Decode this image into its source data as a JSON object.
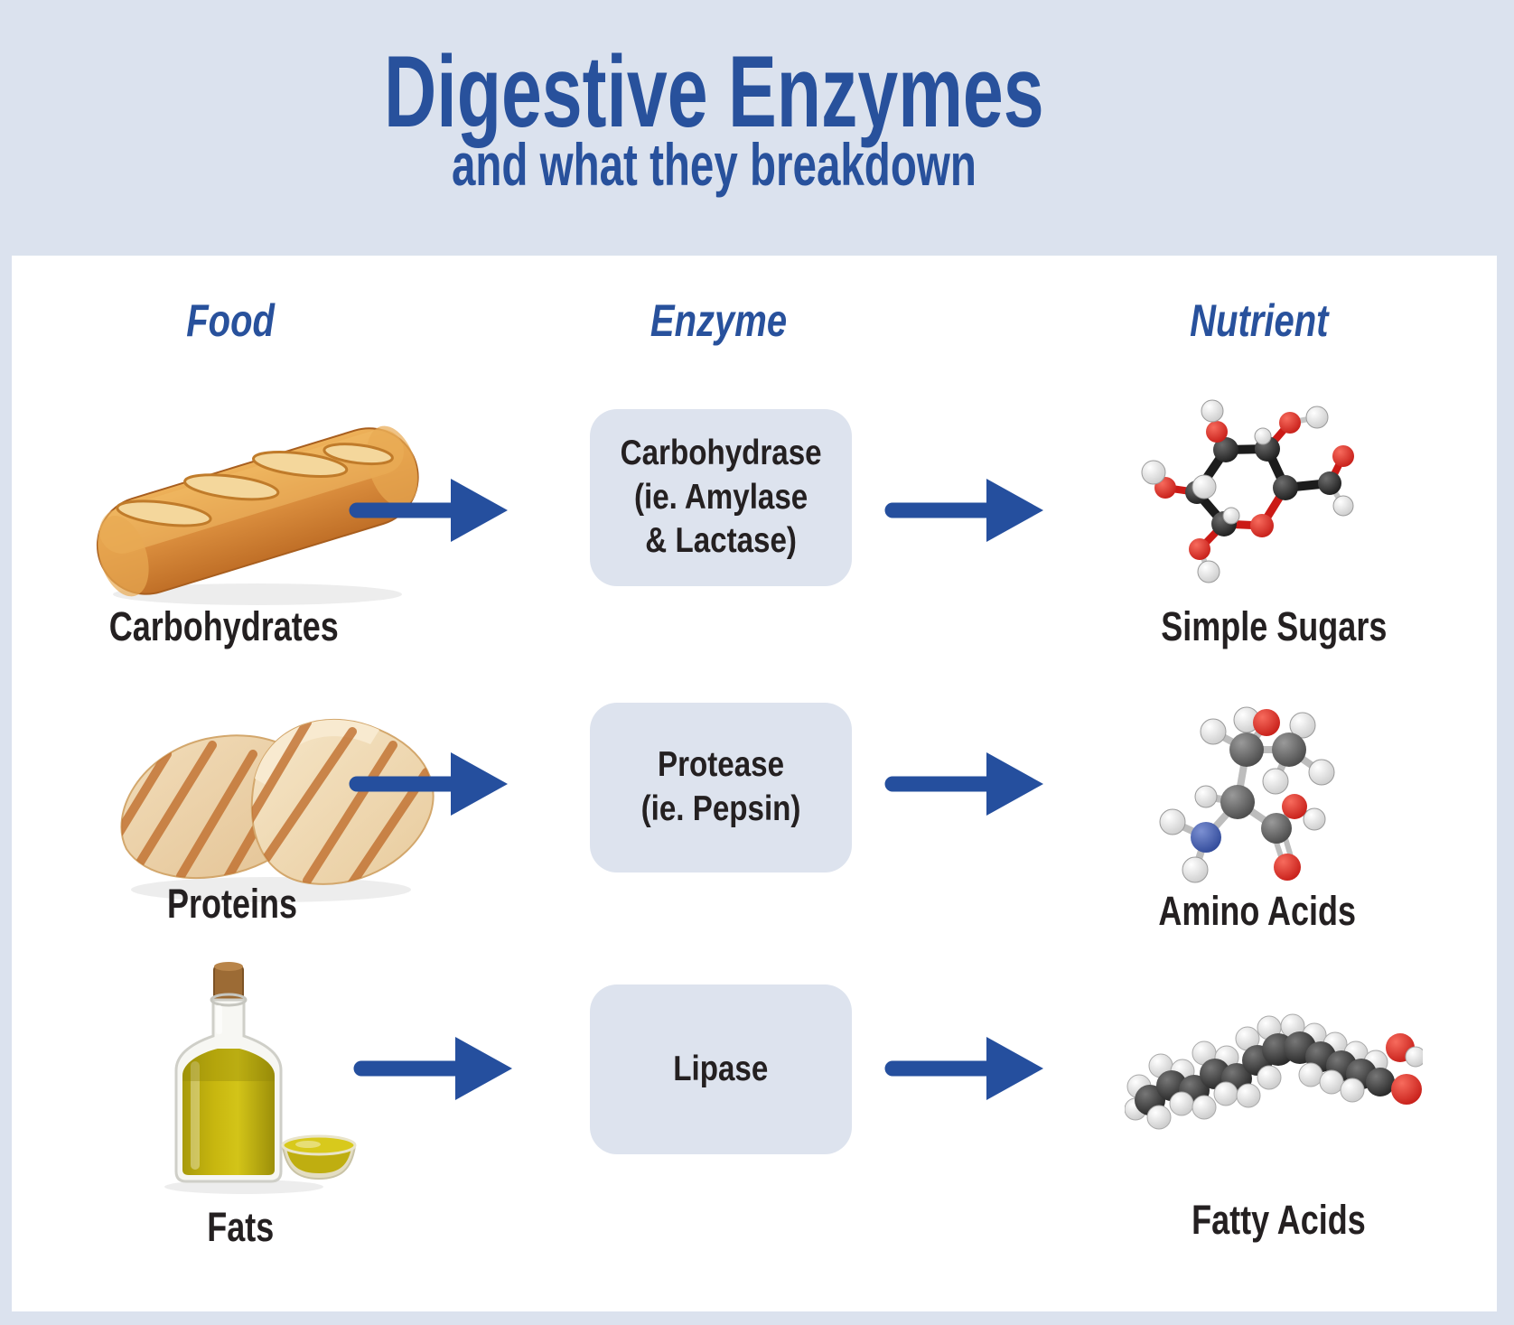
{
  "header": {
    "title": "Digestive Enzymes",
    "subtitle": "and what they breakdown"
  },
  "columns": [
    {
      "label": "Food"
    },
    {
      "label": "Enzyme"
    },
    {
      "label": "Nutrient"
    }
  ],
  "rows": [
    {
      "food_label": "Carbohydrates",
      "food_image": "baguette-bread-photo",
      "enzyme_lines": [
        "Carbohydrase",
        "(ie. Amylase",
        "& Lactase)"
      ],
      "nutrient_label": "Simple Sugars",
      "nutrient_image": "glucose-molecule-ball-and-stick"
    },
    {
      "food_label": "Proteins",
      "food_image": "grilled-chicken-breast-photo",
      "enzyme_lines": [
        "Protease",
        "(ie. Pepsin)",
        ""
      ],
      "nutrient_label": "Amino Acids",
      "nutrient_image": "amino-acid-molecule-ball-and-stick"
    },
    {
      "food_label": "Fats",
      "food_image": "olive-oil-bottle-and-bowl-photo",
      "enzyme_lines": [
        "Lipase",
        "",
        ""
      ],
      "nutrient_label": "Fatty Acids",
      "nutrient_image": "fatty-acid-molecule-space-filling"
    }
  ],
  "colors": {
    "background": "#dbe2ee",
    "panel": "#ffffff",
    "accent_blue": "#28519c",
    "arrow_blue": "#254f9e",
    "enzyme_box": "#dde3ee",
    "label_dark": "#242021",
    "molecule_carbon": "#1f1f1f",
    "molecule_oxygen": "#d3201d",
    "molecule_nitrogen": "#3a4fa0",
    "molecule_hydrogen": "#ffffff"
  }
}
